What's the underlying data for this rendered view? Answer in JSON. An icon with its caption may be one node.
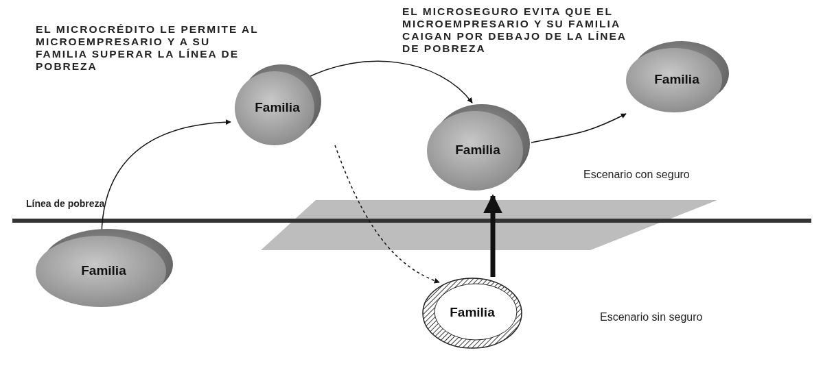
{
  "diagram": {
    "nodes": [
      {
        "text": [
          "Familia"
        ]
      },
      {
        "text": [
          "Familia"
        ]
      },
      {
        "text": [
          "Familia"
        ]
      },
      {
        "text": [
          "Familia"
        ]
      },
      {
        "text": [
          "Familia"
        ]
      }
    ],
    "edges": [
      {
        "from": 0,
        "to": 1,
        "arrow": "to"
      },
      {
        "from": 1,
        "to": 2,
        "arrow": "to"
      },
      {
        "from": 2,
        "to": 3,
        "arrow": "to"
      },
      {
        "from": 1,
        "to": 4,
        "arrow": "to",
        "style": "dashed"
      },
      {
        "from": 4,
        "to": 2,
        "arrow": "to",
        "style": "thick"
      }
    ],
    "labels": [
      "EL MICROCRÉDITO LE PERMITE AL MICROEMPRESARIO Y A SU FAMILIA SUPERAR LA LÍNEA DE POBREZA",
      "EL MICROSEGURO EVITA QUE EL MICROEMPRESARIO Y SU FAMILIA CAIGAN POR DEBAJO DE LA LÍNEA DE POBREZA",
      "Línea de pobreza",
      "Escenario con seguro",
      "Escenario sin seguro"
    ]
  }
}
